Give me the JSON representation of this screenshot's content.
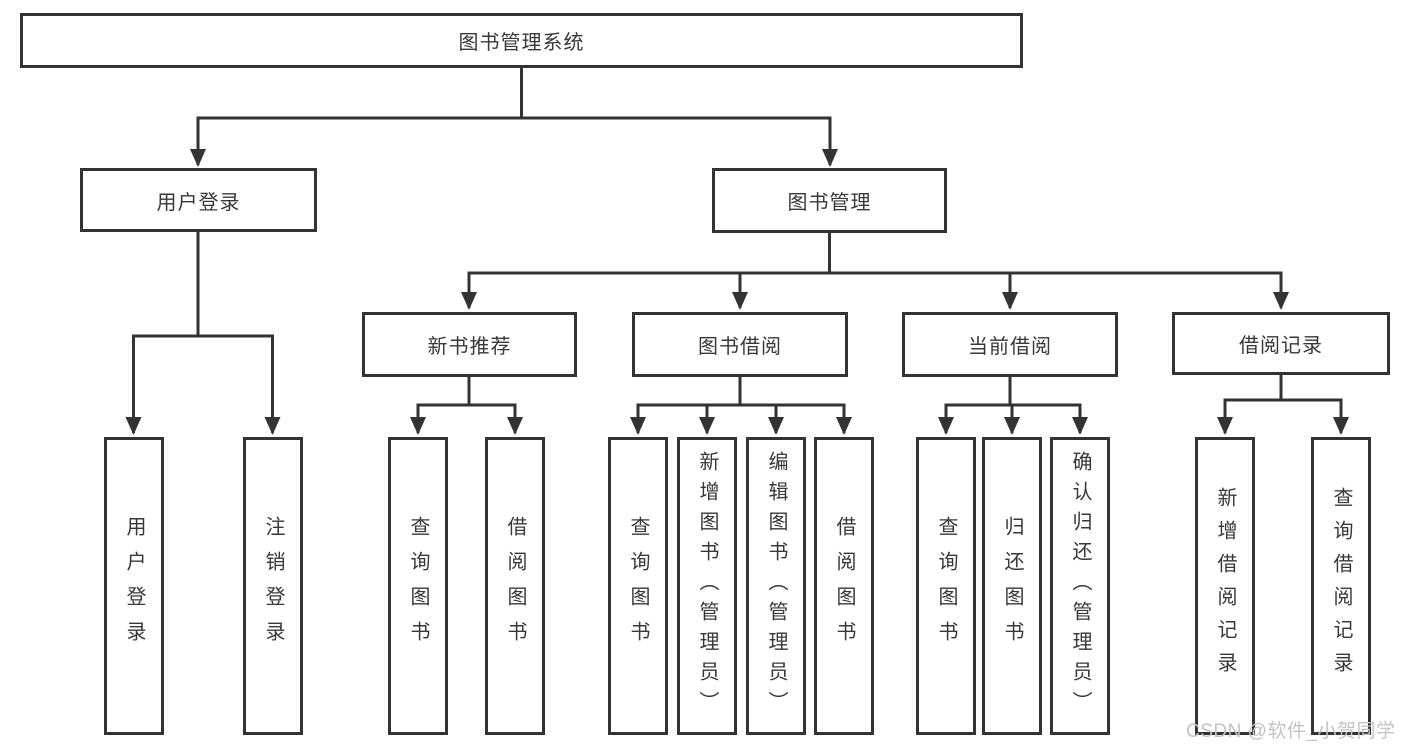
{
  "diagram_type": "hierarchy-structure-chart",
  "nodes": {
    "root": {
      "label": "图书管理系统"
    },
    "branches": [
      {
        "label": "用户登录",
        "children": [
          {
            "label": "用户登录"
          },
          {
            "label": "注销登录"
          }
        ]
      },
      {
        "label": "图书管理",
        "groups": [
          {
            "label": "新书推荐",
            "children": [
              {
                "label": "查询图书"
              },
              {
                "label": "借阅图书"
              }
            ]
          },
          {
            "label": "图书借阅",
            "children": [
              {
                "label": "查询图书"
              },
              {
                "label": "新增图书（管理员）"
              },
              {
                "label": "编辑图书（管理员）"
              },
              {
                "label": "借阅图书"
              }
            ]
          },
          {
            "label": "当前借阅",
            "children": [
              {
                "label": "查询图书"
              },
              {
                "label": "归还图书"
              },
              {
                "label": "确认归还（管理员）"
              }
            ]
          },
          {
            "label": "借阅记录",
            "children": [
              {
                "label": "新增借阅记录"
              },
              {
                "label": "查询借阅记录"
              }
            ]
          }
        ]
      }
    ]
  },
  "watermark": "CSDN @软件_小贺同学",
  "colors": {
    "line": "#333333",
    "box_border": "#333333",
    "box_background": "#ffffff",
    "text": "#383838",
    "watermark": "#c3c3c3",
    "page_background": "#ffffff"
  }
}
